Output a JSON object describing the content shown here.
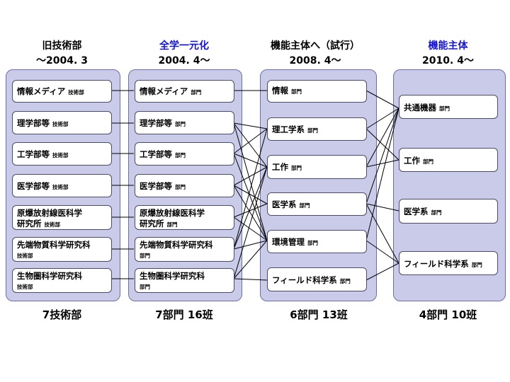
{
  "columns": [
    {
      "title": "旧技術部",
      "date": "〜2004. 3",
      "title_color": "#000000",
      "footer": "7技術部",
      "items": [
        {
          "name": "情報メディア",
          "suffix": "技術部"
        },
        {
          "name": "理学部等",
          "suffix": "技術部"
        },
        {
          "name": "工学部等",
          "suffix": "技術部"
        },
        {
          "name": "医学部等",
          "suffix": "技術部"
        },
        {
          "name": "原爆放射線医科学",
          "name2": "研究所",
          "suffix": "技術部"
        },
        {
          "name": "先端物質科学研究科",
          "suffix": "技術部"
        },
        {
          "name": "生物圏科学研究科",
          "suffix": "技術部"
        }
      ]
    },
    {
      "title": "全学一元化",
      "date": "2004. 4〜",
      "title_color": "#1414d2",
      "footer": "7部門 16班",
      "items": [
        {
          "name": "情報メディア",
          "suffix": "部門"
        },
        {
          "name": "理学部等",
          "suffix": "部門"
        },
        {
          "name": "工学部等",
          "suffix": "部門"
        },
        {
          "name": "医学部等",
          "suffix": "部門"
        },
        {
          "name": "原爆放射線医科学",
          "name2": "研究所",
          "suffix": "部門"
        },
        {
          "name": "先端物質科学研究科",
          "suffix": "部門"
        },
        {
          "name": "生物圏科学研究科",
          "suffix": "部門"
        }
      ]
    },
    {
      "title": "機能主体へ（試行）",
      "date": "2008. 4〜",
      "title_color": "#000000",
      "footer": "6部門 13班",
      "items": [
        {
          "name": "情報",
          "suffix": "部門"
        },
        {
          "name": "理工学系",
          "suffix": "部門"
        },
        {
          "name": "工作",
          "suffix": "部門"
        },
        {
          "name": "医学系",
          "suffix": "部門"
        },
        {
          "name": "環境管理",
          "suffix": "部門"
        },
        {
          "name": "フィールド科学系",
          "suffix": "部門"
        }
      ]
    },
    {
      "title": "機能主体",
      "date": "2010. 4〜",
      "title_color": "#1414d2",
      "footer": "4部門 10班",
      "items": [
        {
          "name": "共通機器",
          "suffix": "部門"
        },
        {
          "name": "工作",
          "suffix": "部門"
        },
        {
          "name": "医学系",
          "suffix": "部門"
        },
        {
          "name": "フィールド科学系",
          "suffix": "部門"
        }
      ]
    }
  ]
}
